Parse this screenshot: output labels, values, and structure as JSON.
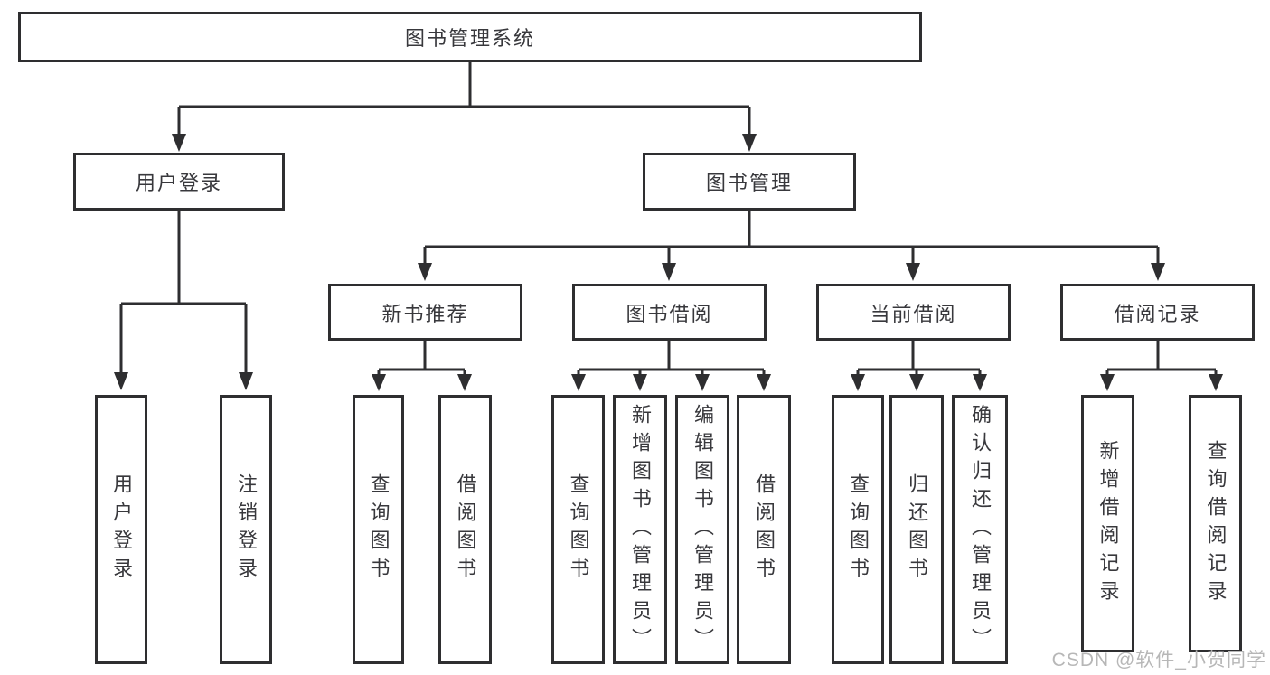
{
  "tree": {
    "root": "图书管理系统",
    "user_login_branch": {
      "label": "用户登录",
      "children": [
        "用户登录",
        "注销登录"
      ]
    },
    "book_mgmt_branch": {
      "label": "图书管理",
      "groups": [
        {
          "label": "新书推荐",
          "children": [
            "查询图书",
            "借阅图书"
          ]
        },
        {
          "label": "图书借阅",
          "children": [
            "查询图书",
            "新增图书（管理员）",
            "编辑图书（管理员）",
            "借阅图书"
          ]
        },
        {
          "label": "当前借阅",
          "children": [
            "查询图书",
            "归还图书",
            "确认归还（管理员）"
          ]
        },
        {
          "label": "借阅记录",
          "children": [
            "新增借阅记录",
            "查询借阅记录"
          ]
        }
      ]
    }
  },
  "watermark": "CSDN @软件_小贺同学",
  "colors": {
    "line": "#2e2e30",
    "text": "#38383c",
    "background": "#ffffff",
    "watermark": "#b7b7b7"
  }
}
